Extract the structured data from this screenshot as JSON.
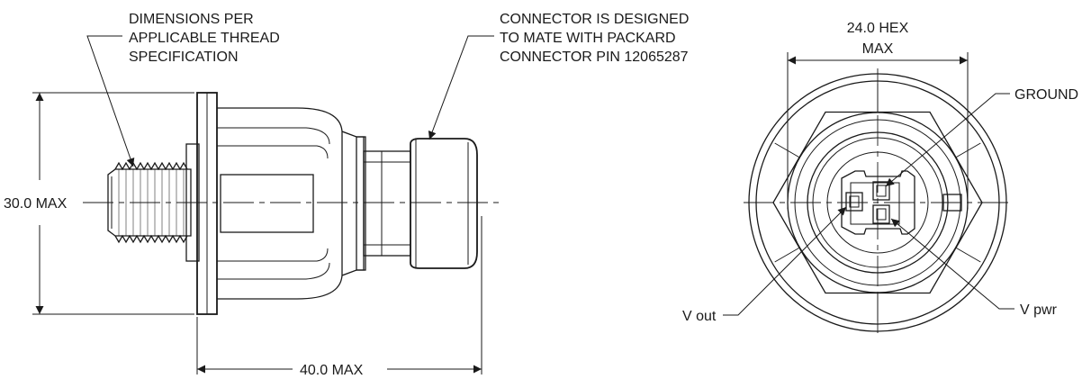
{
  "side_view": {
    "note_thread": [
      "DIMENSIONS PER",
      "APPLICABLE THREAD",
      "SPECIFICATION"
    ],
    "note_connector": [
      "CONNECTOR IS DESIGNED",
      "TO MATE WITH PACKARD",
      "CONNECTOR PIN 12065287"
    ],
    "dim_height": "30.0 MAX",
    "dim_length": "40.0 MAX"
  },
  "end_view": {
    "dim_hex": [
      "24.0 HEX",
      "MAX"
    ],
    "pin_ground": "GROUND",
    "pin_vout": "V out",
    "pin_vpwr": "V pwr"
  }
}
